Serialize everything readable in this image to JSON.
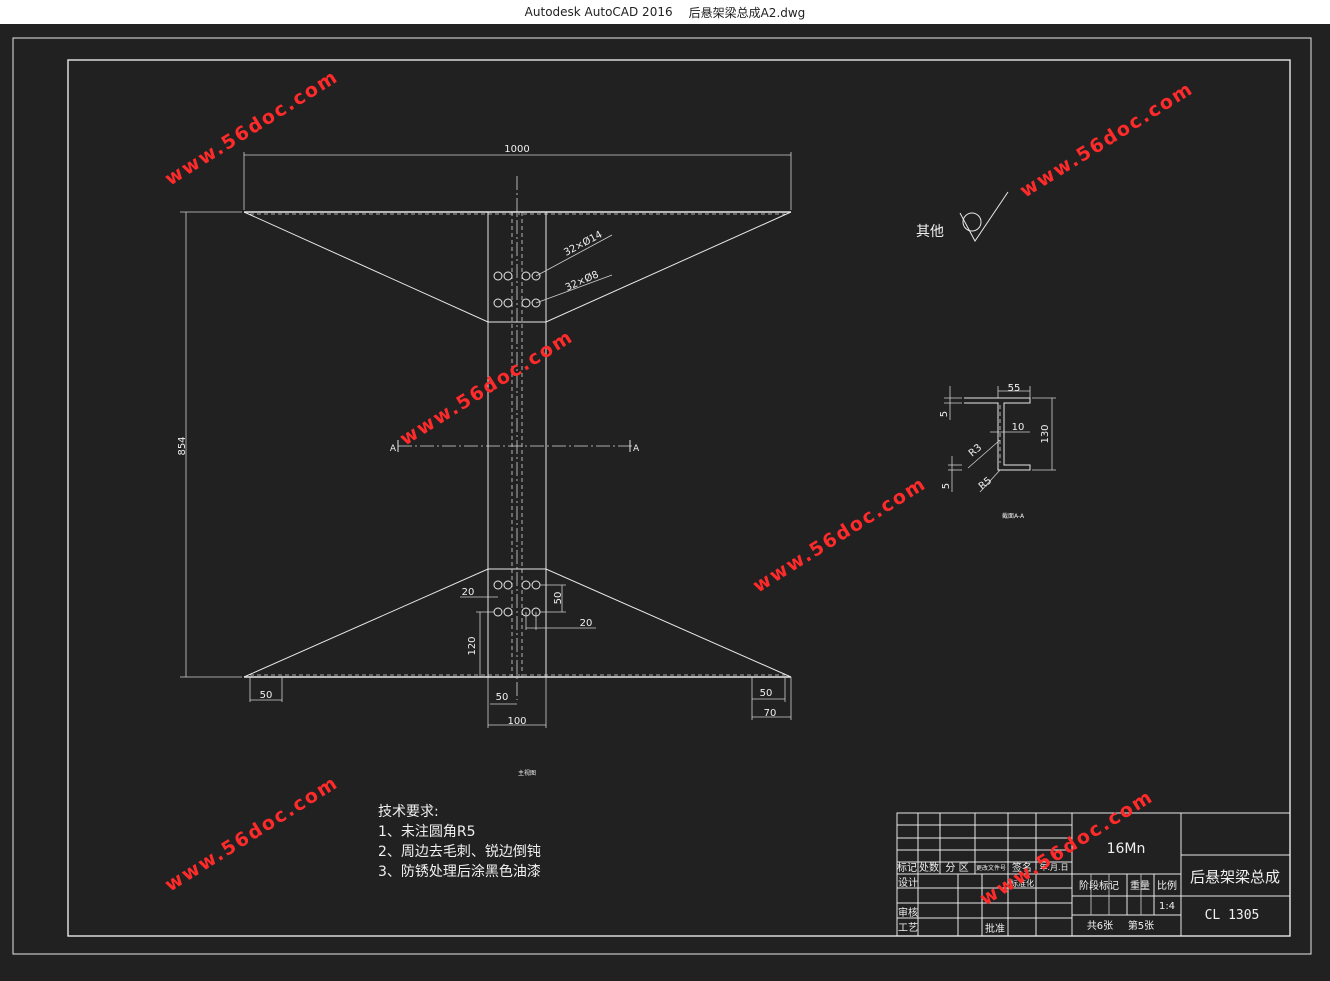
{
  "window": {
    "app_title": "Autodesk AutoCAD 2016",
    "file_name": "后悬架梁总成A2.dwg"
  },
  "drawing": {
    "dims": {
      "top_width": "1000",
      "height": "854",
      "hole_spec_1": "32×Ø14",
      "hole_spec_2": "32×Ø8",
      "d20_left": "20",
      "d50_vert": "50",
      "d20_right": "20",
      "d120": "120",
      "d50_bl": "50",
      "d50_bm": "50",
      "d100": "100",
      "d50_br": "50",
      "d70": "70",
      "section_a": "A",
      "section_a2": "A"
    },
    "roughness_label": "其他",
    "section": {
      "d55": "55",
      "d5_top": "5",
      "d10": "10",
      "d130": "130",
      "r3": "R3",
      "d5_bot": "5",
      "r5": "R5",
      "caption": "截面A-A"
    },
    "main_view_caption": "主视图",
    "tech_title": "技术要求:",
    "tech_items": [
      "1、未注圆角R5",
      "2、周边去毛刺、锐边倒钝",
      "3、防锈处理后涂黑色油漆"
    ]
  },
  "title_block": {
    "material": "16Mn",
    "part_name": "后悬架梁总成",
    "part_code": "CL 1305",
    "row_labels": [
      "标记",
      "处数",
      "分 区",
      "更改文件号",
      "签名",
      "年.月.日"
    ],
    "design": "设计",
    "standardize": "标准化",
    "review": "审核",
    "process": "工艺",
    "approve": "批准",
    "stage_mark": "阶段标记",
    "weight": "重量",
    "scale_label": "比例",
    "scale": "1:4",
    "sheets_total": "共6张",
    "sheet_no": "第5张"
  },
  "watermark": {
    "text": "www.56doc.com",
    "color": "#ff2b2b"
  }
}
